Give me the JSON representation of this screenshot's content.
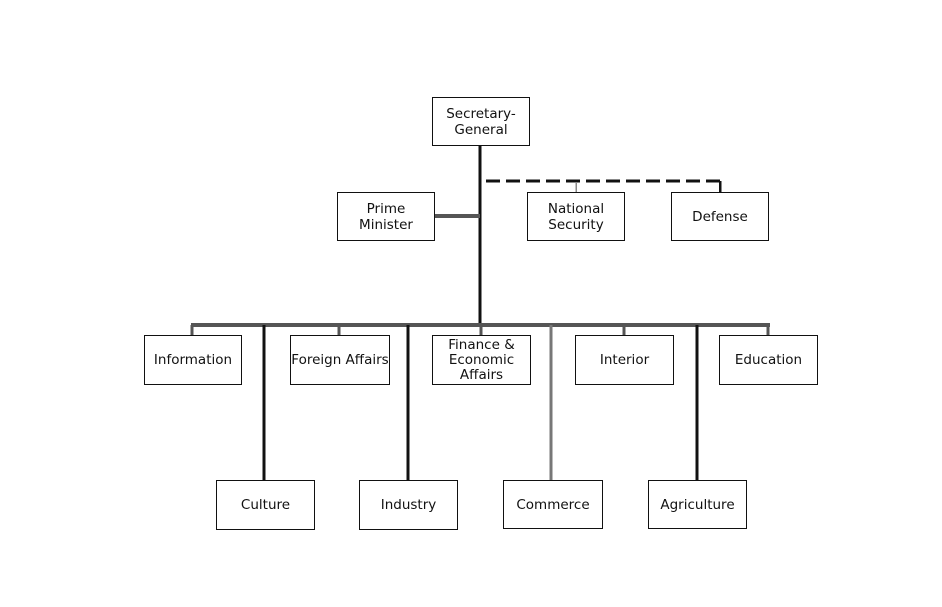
{
  "org_chart": {
    "head": "Secretary-\nGeneral",
    "staff": "Prime\nMinister",
    "advisory": [
      "National\nSecurity",
      "Defense"
    ],
    "ministries_row1": [
      "Information",
      "Foreign Affairs",
      "Finance &\nEconomic\nAffairs",
      "Interior",
      "Education"
    ],
    "ministries_row2": [
      "Culture",
      "Industry",
      "Commerce",
      "Agriculture"
    ]
  }
}
